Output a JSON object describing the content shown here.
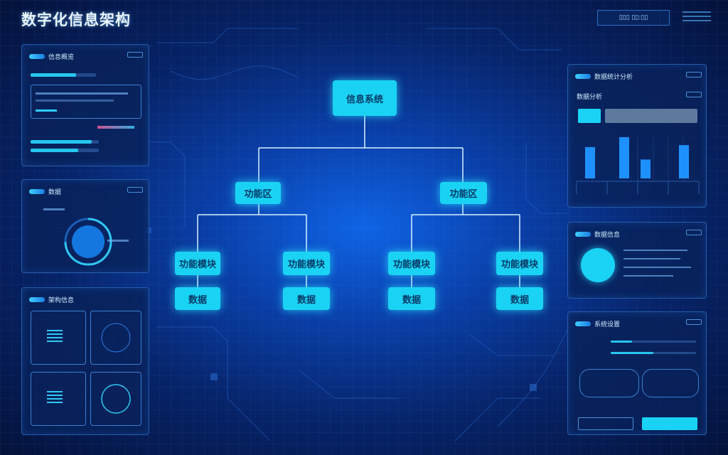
{
  "title": "数字化信息架构",
  "top_status": "▯▯▯ ▯▯:▯▯",
  "panels": {
    "p1": {
      "title": "信息概览"
    },
    "p2": {
      "title": "数据"
    },
    "p3": {
      "title": "架构信息"
    },
    "r1": {
      "title": "数据统计分析",
      "subtitle": "数据分析"
    },
    "r2": {
      "title": "数据信息"
    },
    "r3": {
      "title": "系统设置"
    }
  },
  "tree": {
    "root": "信息系统",
    "left": "功能区",
    "right": "功能区",
    "l1": "功能模块",
    "l2": "功能模块",
    "r1": "功能模块",
    "r2": "功能模块",
    "leaf1": "数据",
    "leaf2": "数据",
    "leaf3": "数据",
    "leaf4": "数据"
  },
  "chart_data": {
    "type": "bar",
    "values": [
      0.63,
      0.83,
      0.38,
      0.67
    ],
    "categories": [
      "",
      "",
      "",
      ""
    ]
  },
  "colors": {
    "accent": "#1ad3f4",
    "panel_bg": "#08225a",
    "bar": "#1e90ff"
  },
  "icons": [
    "circle-gauge-icon",
    "search-icon",
    "chart-icon"
  ]
}
